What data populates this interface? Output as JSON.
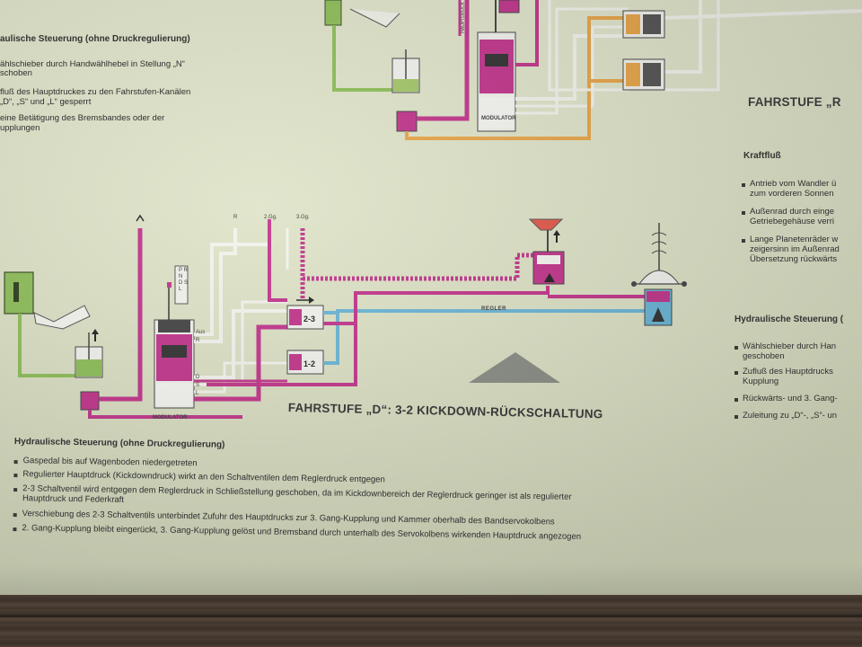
{
  "top_left": {
    "heading": "aulische Steuerung (ohne Druckregulierung)",
    "lines": [
      "ählschieber durch Handwählhebel in Stellung „N“",
      "schoben",
      "fluß des Hauptdruckes zu den Fahrstufen-Kanälen",
      "„D“, „S“ und „L“ gesperrt",
      "eine Betätigung des Bremsbandes oder der",
      "upplungen"
    ]
  },
  "top_right": {
    "title": "FAHRSTUFE „R",
    "subheading": "Kraftfluß",
    "items": [
      [
        "Antrieb vom Wandler ü",
        "zum vorderen Sonnen"
      ],
      [
        "Außenrad durch einge",
        "Getriebegehäuse verri"
      ],
      [
        "Lange Planetenräder w",
        "zeigersinn im Außenrad",
        "Übersetzung rückwärts"
      ]
    ]
  },
  "right_lower": {
    "heading": "Hydraulische Steuerung (",
    "items": [
      [
        "Wählschieber durch Han",
        "geschoben"
      ],
      [
        "Zufluß des Hauptdrucks",
        "Kupplung"
      ],
      [
        "Rückwärts- und 3. Gang-"
      ],
      [
        "Zuleitung zu „D“-, „S“- un"
      ]
    ]
  },
  "diagram_labels": {
    "modulator": "MODULATOR",
    "regler": "REGLER",
    "shift_23": "2-3",
    "shift_12": "1-2",
    "r": "R",
    "gear2": "2.Gg.",
    "gear3": "3.Gg.",
    "aus": "Aus",
    "r_small": "R",
    "d": "D",
    "s": "S",
    "l": "L",
    "prnd": "P R N D S L",
    "hauptdruck": "HAUPTDRUCK"
  },
  "main_title": "FAHRSTUFE „D“: 3-2 KICKDOWN-RÜCKSCHALTUNG",
  "bottom": {
    "heading": "Hydraulische Steuerung (ohne Druckregulierung)",
    "items": [
      [
        "Gaspedal bis auf Wagenboden niedergetreten"
      ],
      [
        "Regulierter Hauptdruck (Kickdowndruck) wirkt an den Schaltventilen dem Reglerdruck entgegen"
      ],
      [
        "2-3 Schaltventil wird entgegen dem Reglerdruck in Schließstellung geschoben, da im Kickdownbereich der Reglerdruck geringer ist als regulierter",
        "Hauptdruck und Federkraft"
      ],
      [
        "Verschiebung des 2-3 Schaltventils unterbindet Zufuhr des Hauptdrucks zur 3. Gang-Kupplung und Kammer oberhalb des Bandservokolbens"
      ],
      [
        "2. Gang-Kupplung bleibt eingerückt, 3. Gang-Kupplung gelöst und Bremsband durch unterhalb des Servokolbens wirkenden Hauptdruck angezogen"
      ]
    ]
  },
  "colors": {
    "main_pressure": "#c2368c",
    "governor": "#6bb6d6",
    "modulated": "#e8a64a",
    "return": "#f4f4ee",
    "board": "#e2e6cc"
  }
}
